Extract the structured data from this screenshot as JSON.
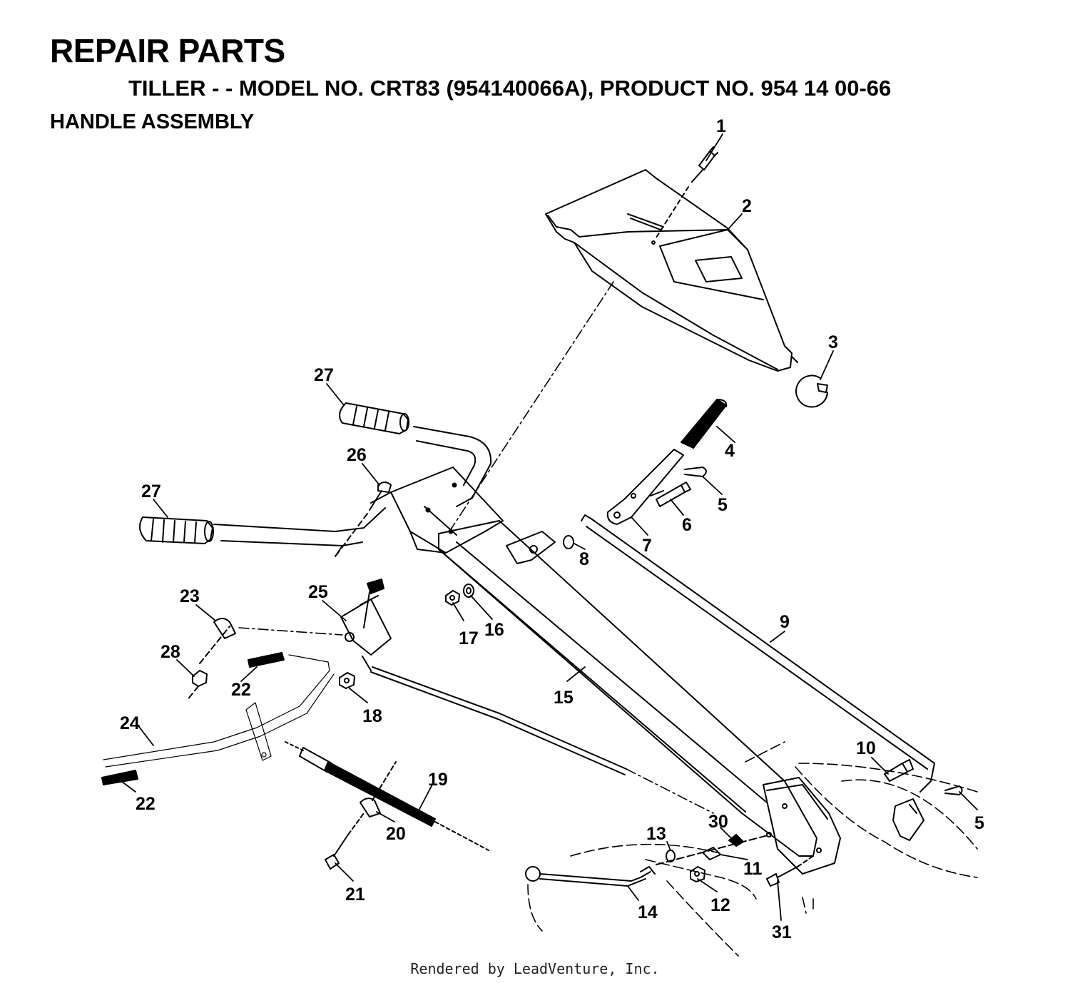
{
  "header": {
    "title": "REPAIR PARTS",
    "subtitle": "TILLER - - MODEL NO. CRT83 (954140066A), PRODUCT NO. 954 14 00-66",
    "section": "HANDLE ASSEMBLY"
  },
  "footer": {
    "text": "Rendered by LeadVenture, Inc."
  },
  "colors": {
    "line": "#000000",
    "background": "#ffffff"
  },
  "callouts": [
    {
      "id": "c1",
      "label": "1"
    },
    {
      "id": "c2",
      "label": "2"
    },
    {
      "id": "c3",
      "label": "3"
    },
    {
      "id": "c4",
      "label": "4"
    },
    {
      "id": "c5a",
      "label": "5"
    },
    {
      "id": "c6",
      "label": "6"
    },
    {
      "id": "c7",
      "label": "7"
    },
    {
      "id": "c8",
      "label": "8"
    },
    {
      "id": "c9",
      "label": "9"
    },
    {
      "id": "c10",
      "label": "10"
    },
    {
      "id": "c5b",
      "label": "5"
    },
    {
      "id": "c11",
      "label": "11"
    },
    {
      "id": "c12",
      "label": "12"
    },
    {
      "id": "c13",
      "label": "13"
    },
    {
      "id": "c14",
      "label": "14"
    },
    {
      "id": "c15",
      "label": "15"
    },
    {
      "id": "c16",
      "label": "16"
    },
    {
      "id": "c17",
      "label": "17"
    },
    {
      "id": "c18",
      "label": "18"
    },
    {
      "id": "c19",
      "label": "19"
    },
    {
      "id": "c20",
      "label": "20"
    },
    {
      "id": "c21",
      "label": "21"
    },
    {
      "id": "c22a",
      "label": "22"
    },
    {
      "id": "c22b",
      "label": "22"
    },
    {
      "id": "c23",
      "label": "23"
    },
    {
      "id": "c24",
      "label": "24"
    },
    {
      "id": "c25",
      "label": "25"
    },
    {
      "id": "c26",
      "label": "26"
    },
    {
      "id": "c27a",
      "label": "27"
    },
    {
      "id": "c27b",
      "label": "27"
    },
    {
      "id": "c28",
      "label": "28"
    },
    {
      "id": "c30",
      "label": "30"
    },
    {
      "id": "c31",
      "label": "31"
    }
  ]
}
